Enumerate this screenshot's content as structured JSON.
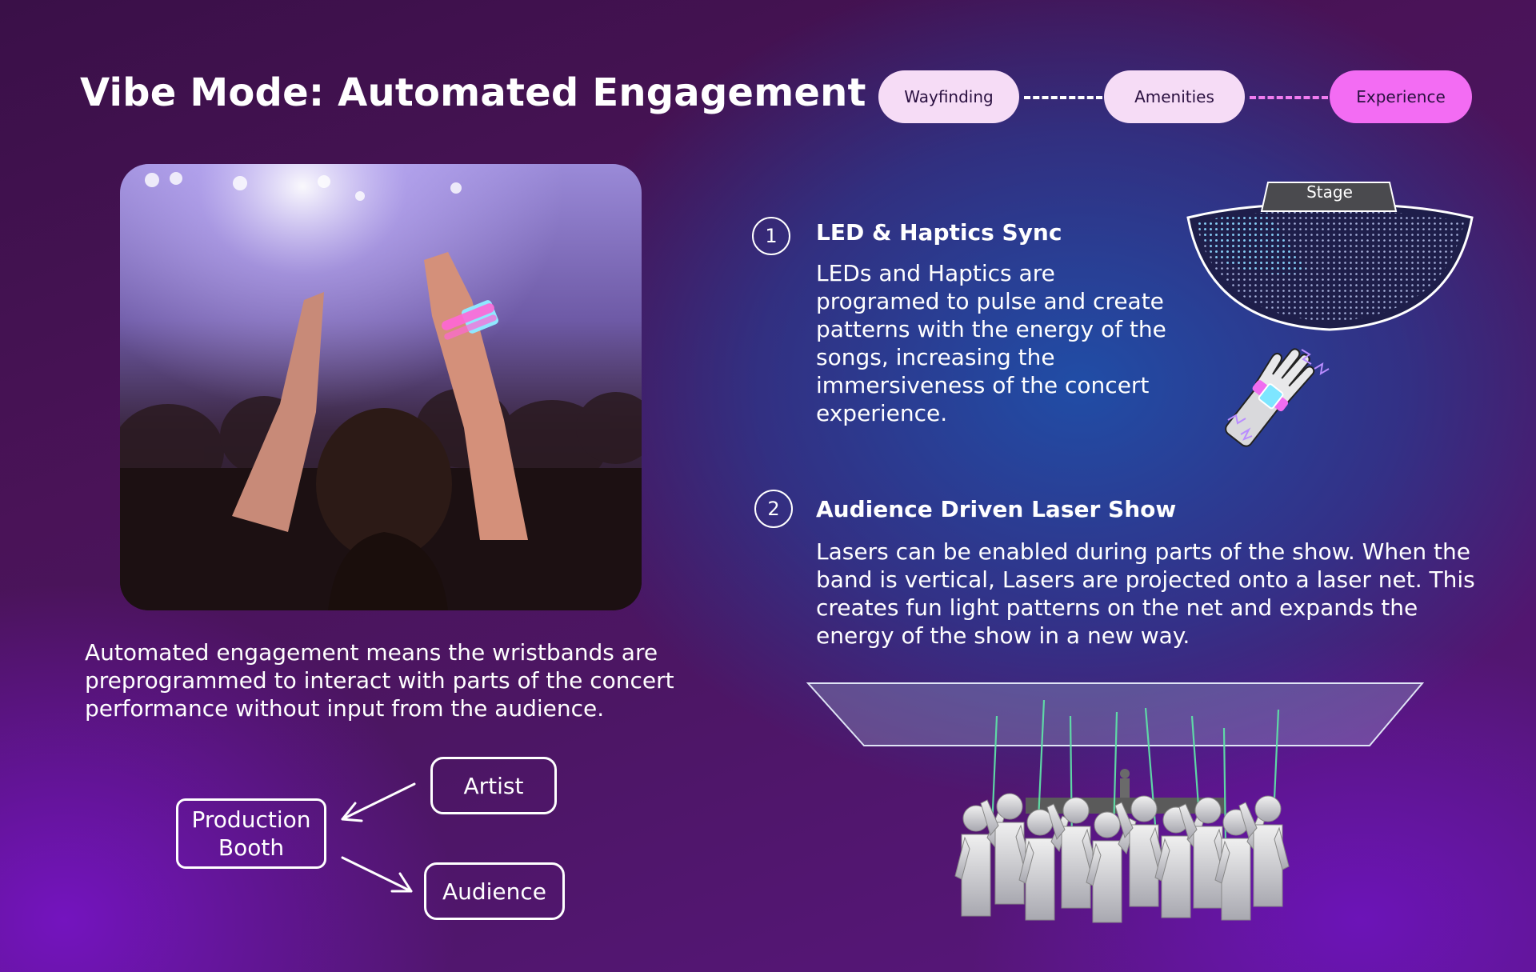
{
  "header": {
    "title": "Vibe Mode: Automated Engagement"
  },
  "steps": [
    {
      "label": "Wayfinding",
      "active": false
    },
    {
      "label": "Amenities",
      "active": false
    },
    {
      "label": "Experience",
      "active": true
    }
  ],
  "intro": {
    "text": "Automated engagement means the wristbands are preprogrammed to interact with parts of the concert performance without input from the audience."
  },
  "flow": {
    "production_line1": "Production",
    "production_line2": "Booth",
    "artist": "Artist",
    "audience": "Audience"
  },
  "sections": [
    {
      "number": "1",
      "title": "LED & Haptics Sync",
      "body": "LEDs and Haptics are programed to pulse and create patterns with the energy of the songs, increasing the immersiveness of the concert experience."
    },
    {
      "number": "2",
      "title": "Audience Driven Laser Show",
      "body": "Lasers can be enabled during parts of the show. When the band is vertical, Lasers are projected onto a laser net. This creates fun light patterns on the net and expands the energy of the show in a new way."
    }
  ],
  "venue": {
    "stage_label": "Stage"
  },
  "colors": {
    "pill": "#f6dcf6",
    "pill_active": "#f36cf3",
    "laser": "#5fe0a8",
    "wristband_accent": "#f06cf0"
  }
}
